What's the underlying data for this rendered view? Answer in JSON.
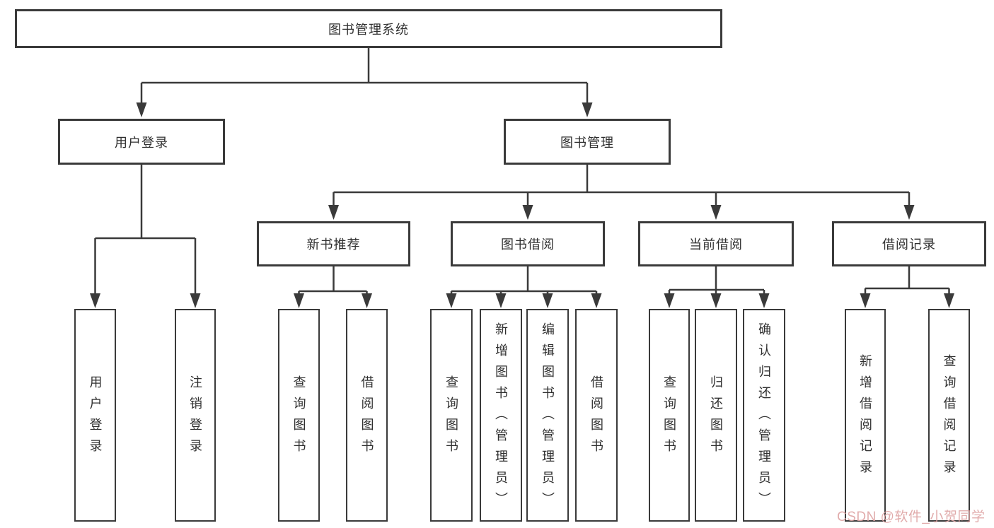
{
  "colors": {
    "line": "#3a3a3a",
    "box_border": "#3a3a3a",
    "text": "#2f2f2f",
    "background": "#ffffff",
    "watermark": "#dea3a3"
  },
  "tree": {
    "root": {
      "label": "图书管理系统"
    },
    "branches": [
      {
        "label": "用户登录",
        "children": [
          {
            "label": "用户登录"
          },
          {
            "label": "注销登录"
          }
        ]
      },
      {
        "label": "图书管理",
        "children": [
          {
            "label": "新书推荐",
            "children": [
              {
                "label": "查询图书"
              },
              {
                "label": "借阅图书"
              }
            ]
          },
          {
            "label": "图书借阅",
            "children": [
              {
                "label": "查询图书"
              },
              {
                "label": "新增图书（管理员）"
              },
              {
                "label": "编辑图书（管理员）"
              },
              {
                "label": "借阅图书"
              }
            ]
          },
          {
            "label": "当前借阅",
            "children": [
              {
                "label": "查询图书"
              },
              {
                "label": "归还图书"
              },
              {
                "label": "确认归还（管理员）"
              }
            ]
          },
          {
            "label": "借阅记录",
            "children": [
              {
                "label": "新增借阅记录"
              },
              {
                "label": "查询借阅记录"
              }
            ]
          }
        ]
      }
    ]
  },
  "watermark": {
    "text": "CSDN @软件_小贺同学"
  }
}
